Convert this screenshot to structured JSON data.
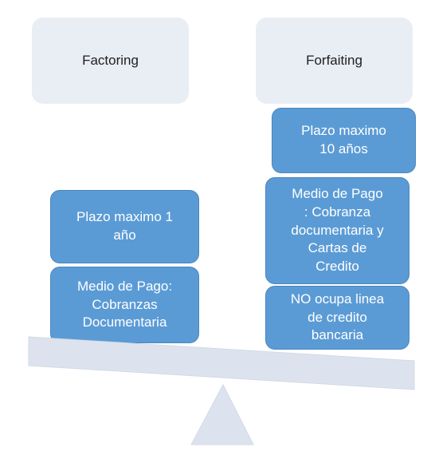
{
  "left": {
    "title": "Factoring",
    "boxes": [
      "Plazo maximo 1\naño",
      "Medio de Pago:\nCobranzas\nDocumentaria"
    ]
  },
  "right": {
    "title": "Forfaiting",
    "boxes": [
      "Plazo maximo\n10 años",
      "Medio de Pago\n: Cobranza\ndocumentaria y\nCartas de\nCredito",
      "NO ocupa linea\nde credito\nbancaria"
    ]
  },
  "colors": {
    "header_fill": "#e9edf4",
    "box_fill": "#5b9bd5",
    "scale_fill": "#dde3ee"
  }
}
